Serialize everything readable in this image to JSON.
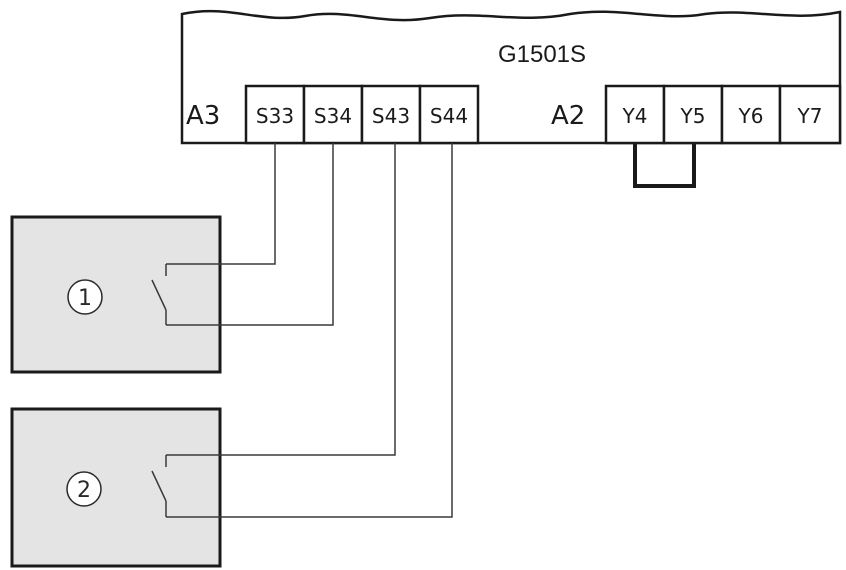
{
  "module": {
    "title": "G1501S",
    "left_group": {
      "label": "A3",
      "terminals": [
        "S33",
        "S34",
        "S43",
        "S44"
      ]
    },
    "right_group": {
      "label": "A2",
      "terminals": [
        "Y4",
        "Y5",
        "Y6",
        "Y7"
      ]
    },
    "jumper": [
      "Y4",
      "Y5"
    ]
  },
  "devices": [
    {
      "badge": "1",
      "wired_to": [
        "S33",
        "S34"
      ]
    },
    {
      "badge": "2",
      "wired_to": [
        "S43",
        "S44"
      ]
    }
  ],
  "colors": {
    "device_fill": "#e4e4e4",
    "outline": "#1a1a1a",
    "wire": "#3a3a3a"
  }
}
